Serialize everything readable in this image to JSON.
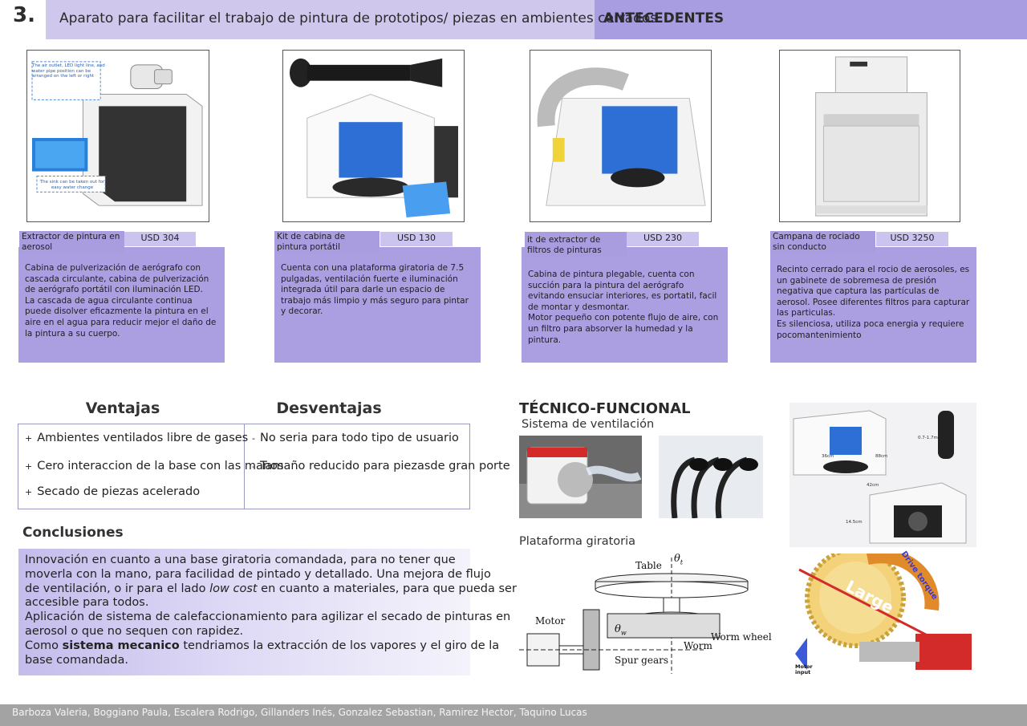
{
  "header": {
    "number": "3.",
    "title": "Aparato para facilitar el trabajo de pintura de prototipos/ piezas en ambientes cerrados",
    "section": "ANTECEDENTES"
  },
  "products": [
    {
      "name": "Extractor de pintura en aerosol",
      "price": "USD 304",
      "description": "Cabina de pulverización de aerógrafo con cascada circulante, cabina de pulverización de aerógrafo portátil con iluminación LED.\nLa cascada de agua circulante continua puede disolver eficazmente la pintura en el aire en el agua para reducir mejor el daño de la pintura a su cuerpo.",
      "image_notes": [
        "The air outlet, LED light line, and water pipe position can be arranged on the left or right",
        "The sink can be taken out for easy water change"
      ]
    },
    {
      "name": "Kit de cabina de pintura portátil",
      "price": "USD 130",
      "description": "Cuenta con una plataforma giratoria de 7.5 pulgadas, ventilación fuerte e iluminación integrada útil para darle un espacio de trabajo más limpio y más seguro para pintar y decorar."
    },
    {
      "name": "it de extractor de filtros de pinturas",
      "price": "USD 230",
      "description": "Cabina de pintura plegable, cuenta con succión para la pintura del aerógrafo evitando ensuciar interiores, es portatil, facil de montar y desmontar.\nMotor pequeño con potente flujo de aire, con un filtro para absorver la humedad y la pintura."
    },
    {
      "name": "Campana de rociado sin conducto",
      "price": "USD 3250",
      "description": "Recinto cerrado para el rocio de aerosoles, es un gabinete de sobremesa de presión negativa que captura las partículas de aerosol. Posee diferentes filtros para capturar las particulas.\nEs silenciosa, utiliza poca energia y requiere pocomantenimiento"
    }
  ],
  "ventajas": {
    "title": "Ventajas",
    "items": [
      "Ambientes ventilados libre de gases",
      "Cero interaccion de la base con las manos",
      "Secado de piezas acelerado"
    ]
  },
  "desventajas": {
    "title": "Desventajas",
    "items": [
      "No seria para todo tipo de usuario",
      "Tamaño reducido para piezasde gran porte"
    ]
  },
  "conclusiones": {
    "title": "Conclusiones",
    "l1": "Innovación en cuanto a una base giratoria comandada, para no tener que",
    "l2": "moverla con la mano, para facilidad de pintado y detallado. Una mejora de flujo",
    "l3a": "de ventilación, o ir para el lado ",
    "l3b": "low cost",
    "l3c": " en cuanto a materiales, para que pueda ser",
    "l4": "accesible para todos.",
    "l5": "Aplicación de sistema de calefaccionamiento para agilizar el secado de pinturas en",
    "l6": "aerosol o que no sequen con rapidez.",
    "l7a": "Como ",
    "l7b": "sistema mecanico",
    "l7c": " tendriamos la extracción de los vapores y el giro de la",
    "l8": "base comandada."
  },
  "tecnico": {
    "title": "TÉCNICO-FUNCIONAL",
    "ventilacion": "Sistema de ventilación",
    "plataforma": "Plataforma giratoria",
    "dims": [
      "0.7-1.7m",
      "36cm",
      "88cm",
      "42cm",
      "14.5cm"
    ],
    "diagram_labels": {
      "table": "Table",
      "theta_t": "θ",
      "theta_t_sub": "t",
      "motor": "Motor",
      "theta_w": "θ",
      "theta_w_sub": "w",
      "worm_wheel": "Worm wheel",
      "worm": "Worm",
      "spur_gears": "Spur gears",
      "large": "Large",
      "drive_torque": "Drive torque",
      "motor_input": "Motor input"
    }
  },
  "footer": "Barboza Valeria, Boggiano Paula, Escalera Rodrigo, Gillanders Inés, Gonzalez Sebastian, Ramirez Hector, Taquino Lucas",
  "colors": {
    "header_band": "#cfc8ec",
    "section_band": "#a89de0",
    "card": "#ab9fe2",
    "footer": "#a3a3a3"
  }
}
